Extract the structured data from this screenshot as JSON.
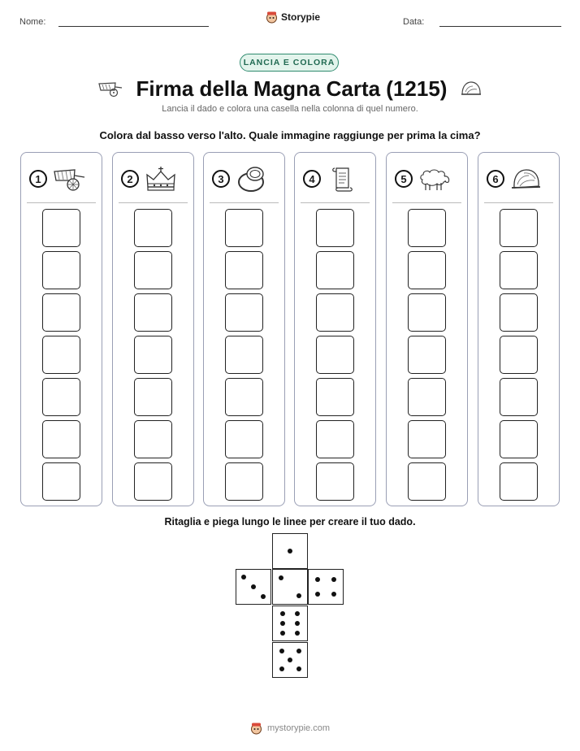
{
  "header": {
    "name_label": "Nome:",
    "date_label": "Data:",
    "brand": "Storypie"
  },
  "badge": "LANCIA E COLORA",
  "title": "Firma della Magna Carta (1215)",
  "subtitle": "Lancia il dado e colora una casella nella colonna di quel numero.",
  "instruction": "Colora dal basso verso l'alto. Quale immagine raggiunge per prima la cima?",
  "columns": [
    {
      "number": "1",
      "icon": "cart-icon"
    },
    {
      "number": "2",
      "icon": "crown-icon"
    },
    {
      "number": "3",
      "icon": "ring-icon"
    },
    {
      "number": "4",
      "icon": "scroll-icon"
    },
    {
      "number": "5",
      "icon": "sheep-icon"
    },
    {
      "number": "6",
      "icon": "helmet-icon"
    }
  ],
  "boxes_per_column": 7,
  "cut_instruction": "Ritaglia e piega lungo le linee per creare il tuo dado.",
  "dice_faces": [
    1,
    3,
    2,
    4,
    6,
    5
  ],
  "footer": "mystorypie.com"
}
